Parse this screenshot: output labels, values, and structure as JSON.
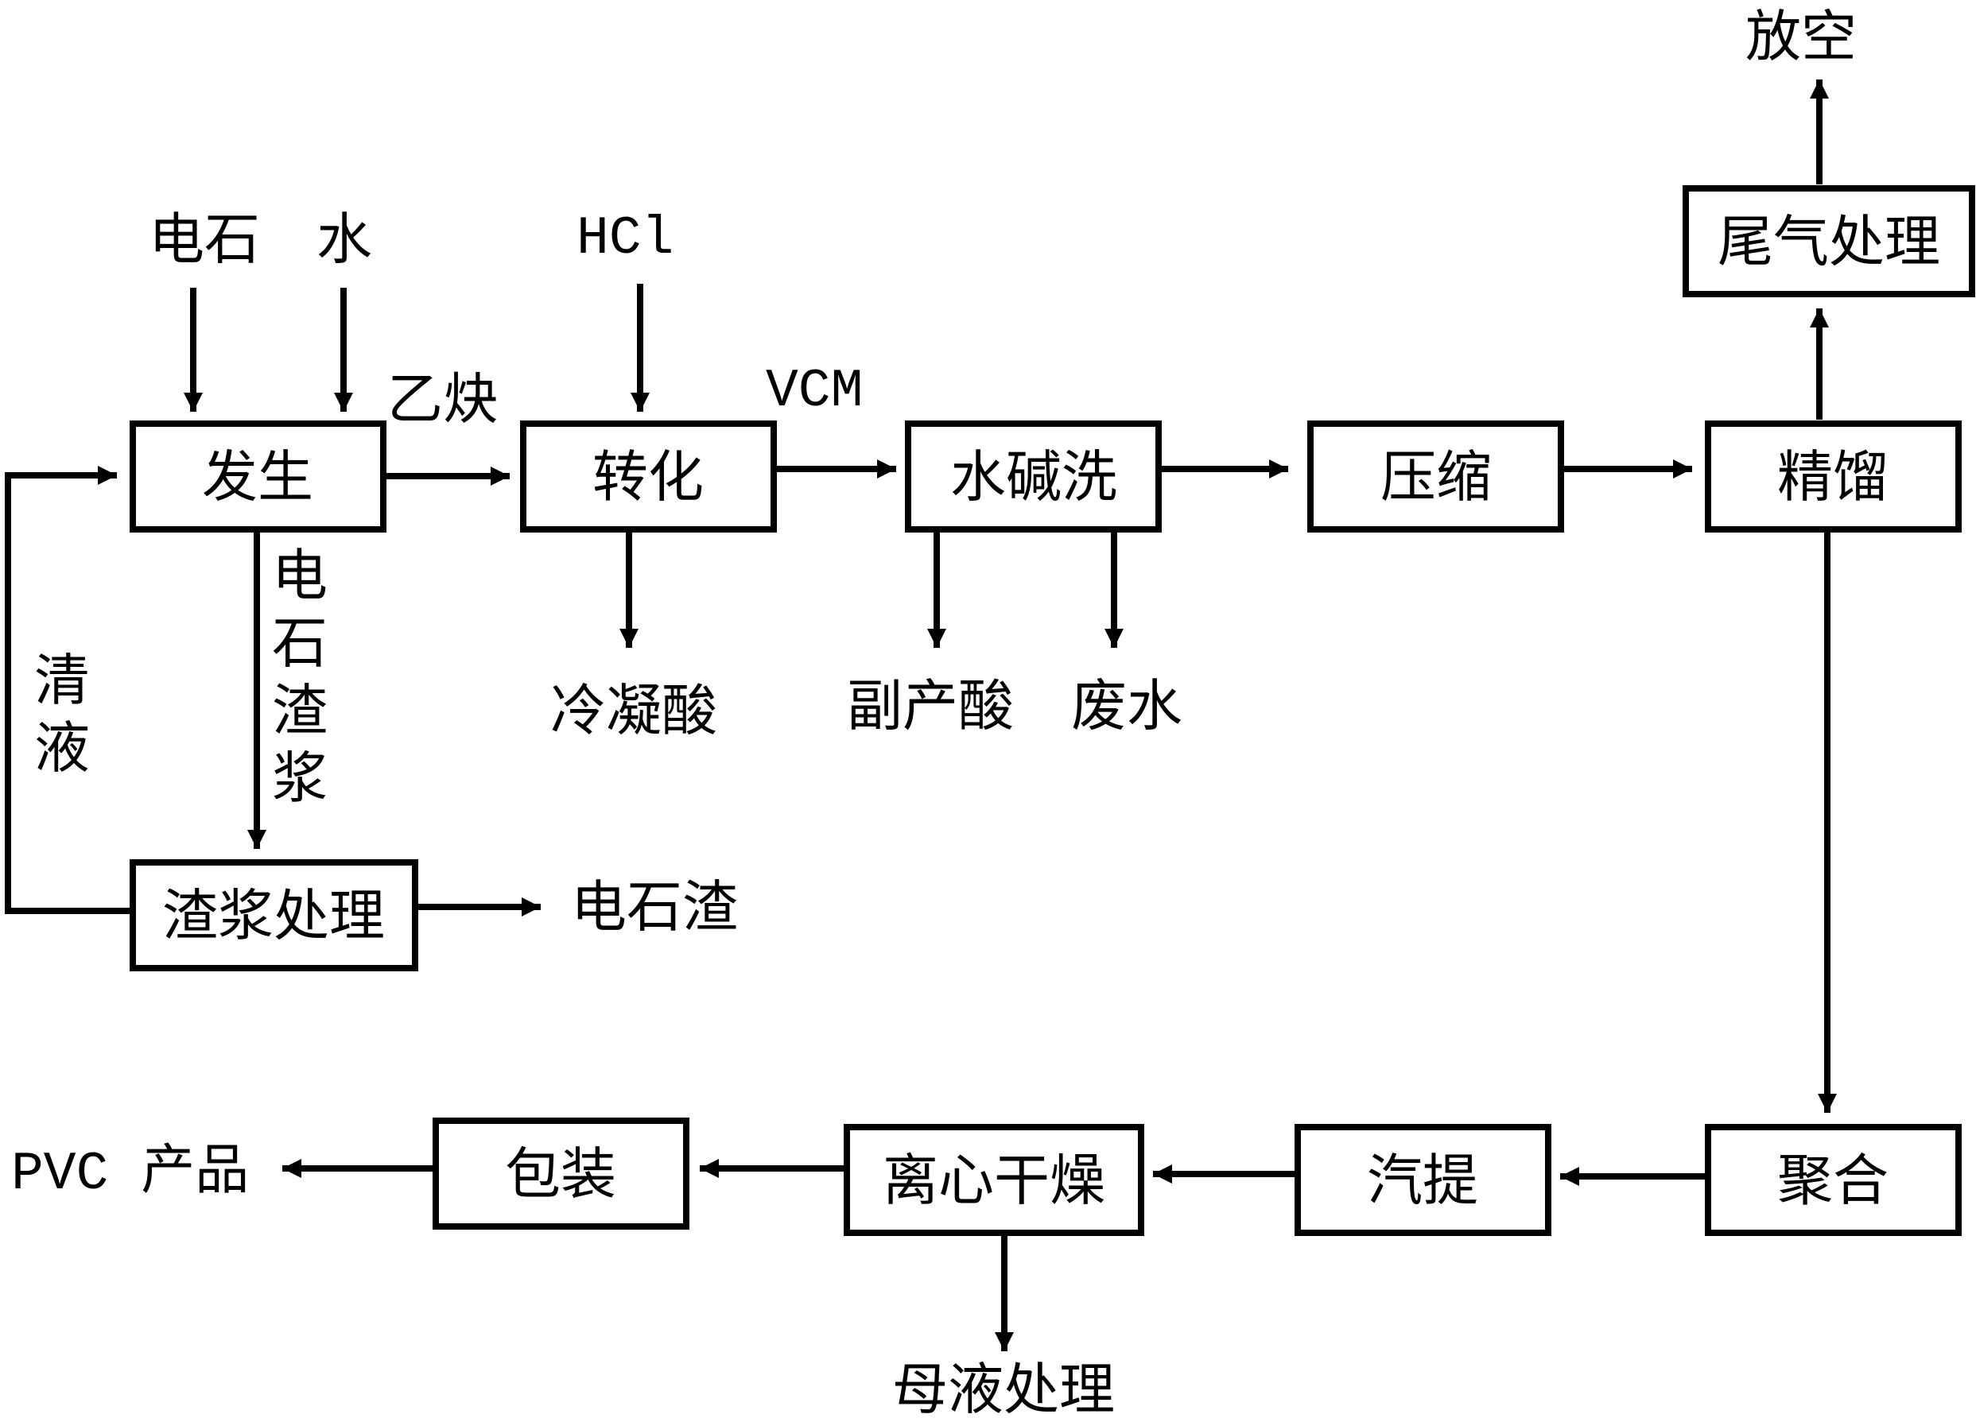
{
  "process_boxes": {
    "generation": "发生",
    "conversion": "转化",
    "water_alkali_wash": "水碱洗",
    "compression": "压缩",
    "rectification": "精馏",
    "tail_gas_treatment": "尾气处理",
    "slag_slurry_treatment": "渣浆处理",
    "polymerization": "聚合",
    "stripping": "汽提",
    "centrifugal_drying": "离心干燥",
    "packaging": "包装"
  },
  "inputs": {
    "calcium_carbide": "电石",
    "water": "水",
    "hcl": "HCl"
  },
  "stream_labels": {
    "acetylene": "乙炔",
    "vcm": "VCM",
    "carbide_slag_slurry": [
      "电",
      "石",
      "渣",
      "浆"
    ],
    "clear_liquid": [
      "清",
      "液"
    ]
  },
  "outputs": {
    "vent": "放空",
    "condensed_acid": "冷凝酸",
    "byproduct_acid": "副产酸",
    "wastewater": "废水",
    "carbide_slag": "电石渣",
    "pvc_product": "PVC 产品",
    "mother_liquor_treatment": "母液处理"
  }
}
